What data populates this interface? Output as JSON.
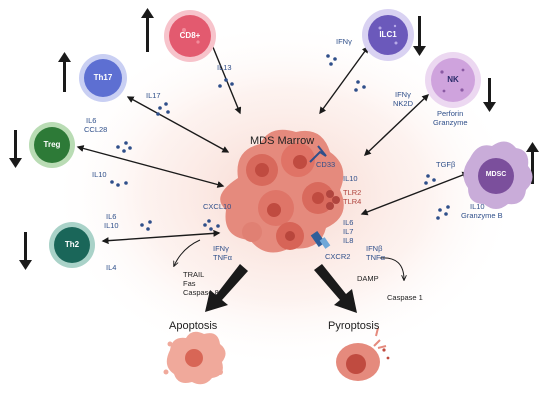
{
  "center": {
    "title": "MDS Marrow"
  },
  "cells": {
    "cd8": {
      "name": "CD8+",
      "color": "#e04a62",
      "trend": "up"
    },
    "th17": {
      "name": "Th17",
      "color": "#5b6fd1",
      "trend": "up"
    },
    "treg": {
      "name": "Treg",
      "color": "#2f7d3a",
      "trend": "down"
    },
    "th2": {
      "name": "Th2",
      "color": "#1d6b5e",
      "trend": "down"
    },
    "ilc1": {
      "name": "ILC1",
      "color": "#6a58b8",
      "trend": "down"
    },
    "nk": {
      "name": "NK",
      "color": "#c99ad6",
      "trend": "down"
    },
    "mdsc": {
      "name": "MDSC",
      "color": "#7a4f9a",
      "trend": "up"
    }
  },
  "labels": {
    "cd8_il13": "IL13",
    "th17_il17": "IL17",
    "treg_il6": "IL6",
    "treg_ccl28": "CCL28",
    "treg_il10": "IL10",
    "th2_il6": "IL6",
    "th2_il10": "IL10",
    "th2_il4": "IL4",
    "ilc1_ifng": "IFNγ",
    "nk_ifng": "IFNγ",
    "nk_nk2d": "NK2D",
    "nk_perforin": "Perforin",
    "nk_granzyme": "Granzyme",
    "mdsc_tgfb": "TGFβ",
    "mdsc_il10": "IL10",
    "mdsc_granzymeb": "Granzyme B",
    "cd33": "CD33",
    "il10": "IL10",
    "tlr2": "TLR2",
    "tlr4": "TLR4",
    "il6": "IL6",
    "il7": "IL7",
    "il8": "IL8",
    "cxcr2": "CXCR2",
    "ifnb": "IFNβ",
    "tnfa_r": "TNFα",
    "cxcl10": "CXCL10",
    "ifng_l": "IFNγ",
    "tnfa_l": "TNFα",
    "trail": "TRAIL",
    "fas": "Fas",
    "caspase8": "Caspase 8",
    "damp": "DAMP",
    "caspase1": "Caspase 1"
  },
  "outcomes": {
    "left": "Apoptosis",
    "right": "Pyroptosis"
  },
  "colors": {
    "arrow": "#1a1a1a",
    "dot": "#2f4f8a",
    "marrow": "#e07b6e",
    "glow": "#f3c9c0"
  }
}
